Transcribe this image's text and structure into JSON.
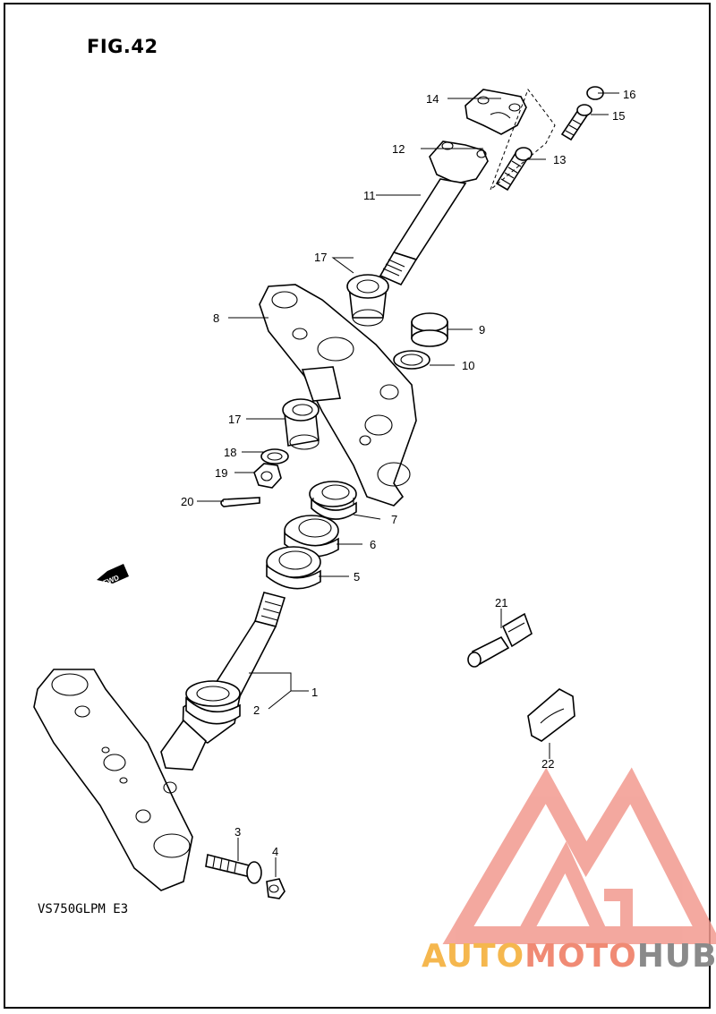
{
  "figure": {
    "title": "FIG.42",
    "model_code": "VS750GLPM E3",
    "direction_tag": "FWD"
  },
  "callouts": [
    {
      "id": "1",
      "text": "1"
    },
    {
      "id": "2",
      "text": "2"
    },
    {
      "id": "3",
      "text": "3"
    },
    {
      "id": "4",
      "text": "4"
    },
    {
      "id": "5",
      "text": "5"
    },
    {
      "id": "6",
      "text": "6"
    },
    {
      "id": "7",
      "text": "7"
    },
    {
      "id": "8",
      "text": "8"
    },
    {
      "id": "9",
      "text": "9"
    },
    {
      "id": "10",
      "text": "10"
    },
    {
      "id": "11",
      "text": "11"
    },
    {
      "id": "12",
      "text": "12"
    },
    {
      "id": "13",
      "text": "13"
    },
    {
      "id": "14",
      "text": "14"
    },
    {
      "id": "15",
      "text": "15"
    },
    {
      "id": "16",
      "text": "16"
    },
    {
      "id": "17a",
      "text": "17"
    },
    {
      "id": "17b",
      "text": "17"
    },
    {
      "id": "18",
      "text": "18"
    },
    {
      "id": "19",
      "text": "19"
    },
    {
      "id": "20",
      "text": "20"
    },
    {
      "id": "21",
      "text": "21"
    },
    {
      "id": "22",
      "text": "22"
    }
  ],
  "watermark": {
    "part1": "AUTO",
    "part2": "MOTO",
    "part3": "HUB",
    "colors": {
      "auto": "#f5b74e",
      "moto": "#f08a74",
      "hub": "#8a8a8a",
      "logo": "#f29a8f"
    }
  }
}
